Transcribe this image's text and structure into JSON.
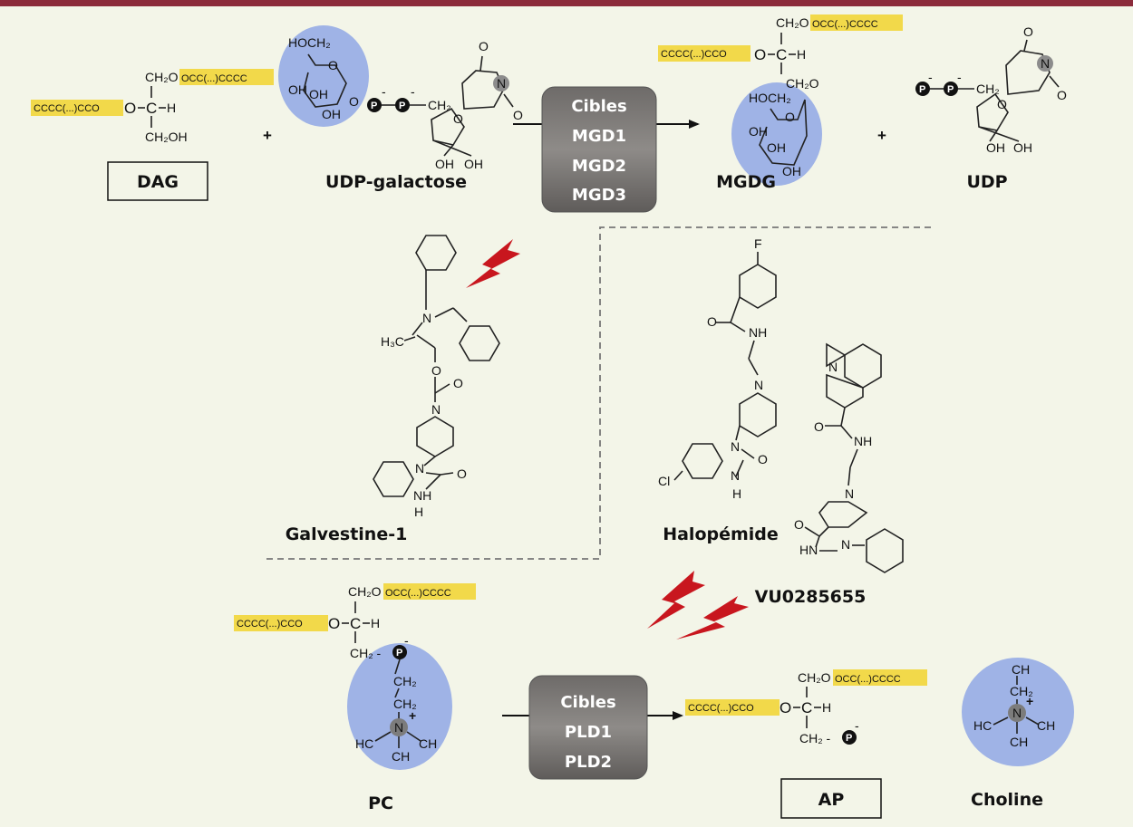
{
  "labels": {
    "dag": "DAG",
    "udp_galactose": "UDP-galactose",
    "mgdg": "MGDG",
    "udp": "UDP",
    "galvestine": "Galvestine-1",
    "halopemide": "Halopémide",
    "vu": "VU0285655",
    "pc": "PC",
    "ap": "AP",
    "choline": "Choline"
  },
  "enzyme_boxes": {
    "mgd": {
      "title": "Cibles",
      "items": [
        "MGD1",
        "MGD2",
        "MGD3"
      ]
    },
    "pld": {
      "title": "Cibles",
      "items": [
        "PLD1",
        "PLD2"
      ]
    }
  },
  "fatty": {
    "acyl_left": "CCCC(...)CCO",
    "acyl_top": "OCC(...)CCCC"
  },
  "chem": {
    "ch2o": "CH₂O",
    "ch2oh": "CH₂OH",
    "hoch2": "HOCH₂",
    "ch2": "CH₂",
    "ch2_dash": "CH₂ -",
    "o": "O",
    "c": "C",
    "h": "H",
    "oh": "OH",
    "n": "N",
    "nh": "NH",
    "hn": "HN",
    "h3c": "H₃C",
    "f": "F",
    "cl": "Cl",
    "p": "P",
    "plus": "+",
    "minus": "-",
    "ch": "CH",
    "hc": "HC"
  },
  "colors": {
    "yellow": "#f2d94a",
    "blue": "#9fb3e6",
    "gray_box": "#7d7a78",
    "bolt_red": "#c8161e",
    "frame": "#8b2b3a",
    "background": "#f3f5e8"
  }
}
